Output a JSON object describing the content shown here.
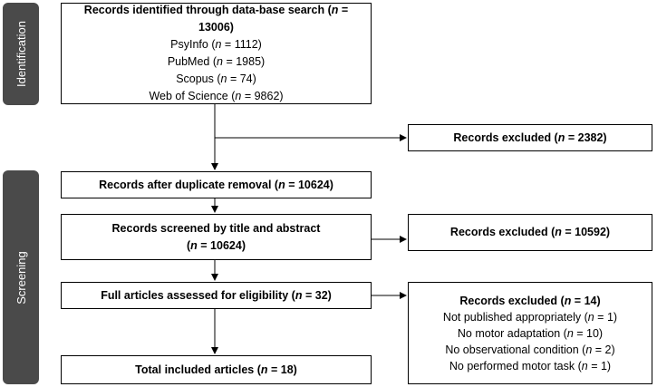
{
  "phases": {
    "identification": "Identification",
    "screening": "Screening"
  },
  "identified": {
    "title": "Records identified through data-base search (",
    "n": "n",
    "title_value": " = 13006)",
    "sources": [
      {
        "name": "PsyInfo (",
        "value": " = 1112)"
      },
      {
        "name": "PubMed (",
        "value": " = 1985)"
      },
      {
        "name": "Scopus (",
        "value": " = 74)"
      },
      {
        "name": "Web of Science (",
        "value": " = 9862)"
      }
    ]
  },
  "excluded_duplicates": {
    "label": "Records excluded (",
    "value": " = 2382)"
  },
  "after_duplicates": {
    "label": "Records after duplicate removal (",
    "value": " = 10624)"
  },
  "screened": {
    "line1": "Records screened by title and abstract",
    "value": " = 10624)"
  },
  "excluded_screening": {
    "label": "Records excluded (",
    "value": " = 10592)"
  },
  "full_articles": {
    "label": "Full articles assessed for eligibility (",
    "value": " = 32)"
  },
  "excluded_full": {
    "label": "Records excluded (",
    "value": " = 14)",
    "reasons": [
      {
        "text": "Not published appropriately (",
        "value": " = 1)"
      },
      {
        "text": "No motor adaptation (",
        "value": " = 10)"
      },
      {
        "text": "No observational condition (",
        "value": " = 2)"
      },
      {
        "text": "No performed motor task (",
        "value": " = 1)"
      }
    ]
  },
  "total": {
    "label": "Total included articles (",
    "value": " = 18)"
  },
  "symbol_n": "n",
  "colors": {
    "phase_bg": "#4a4a4a",
    "phase_text": "#ffffff",
    "line": "#000000"
  }
}
